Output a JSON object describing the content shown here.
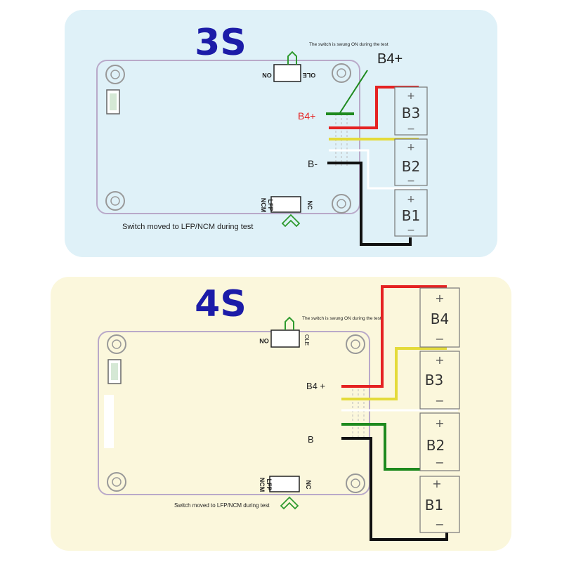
{
  "panels": [
    {
      "title": "3S",
      "switch_on_note": "The switch is swung ON during the test",
      "b4plus_top": "B4+",
      "b4plus_side": "B4+",
      "bminus": "B-",
      "switch_lfp_note": "Switch moved to LFP/NCM during test",
      "board_marks": {
        "on": "ON",
        "ole": "OLE",
        "ncm": "NCM",
        "lfp": "LFP",
        "nc": "NC"
      },
      "cells": [
        {
          "name": "B3",
          "plus": "+",
          "minus": "−"
        },
        {
          "name": "B2",
          "plus": "+",
          "minus": "−"
        },
        {
          "name": "B1",
          "plus": "+",
          "minus": "−"
        }
      ]
    },
    {
      "title": "4S",
      "switch_on_note": "The switch is swung ON during the test",
      "b4plus_side": "B4 +",
      "bminus": "B",
      "switch_lfp_note": "Switch moved to LFP/NCM during test",
      "board_marks": {
        "on": "ON",
        "ole": "OLE",
        "ncm": "NCM",
        "lfp": "LFP",
        "nc": "NC"
      },
      "cells": [
        {
          "name": "B4",
          "plus": "+",
          "minus": "−"
        },
        {
          "name": "B3",
          "plus": "+",
          "minus": "−"
        },
        {
          "name": "B2",
          "plus": "+",
          "minus": "−"
        },
        {
          "name": "B1",
          "plus": "+",
          "minus": "−"
        }
      ]
    }
  ],
  "colors": {
    "panel3s_bg": "#dff1f8",
    "panel4s_bg": "#fbf7dc",
    "board_stroke": "#b9a9c9",
    "red": "#e52222",
    "yellow": "#e4db3a",
    "green": "#1e8a1e",
    "black": "#111111",
    "white": "#ffffff"
  }
}
